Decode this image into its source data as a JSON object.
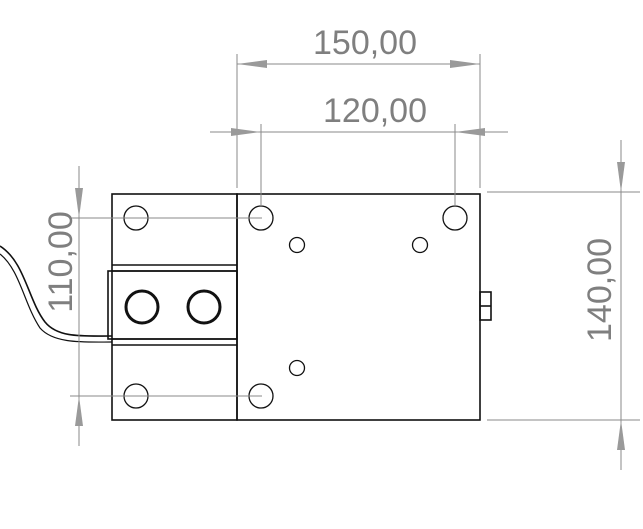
{
  "drawing": {
    "dimensions": {
      "top_outer": "150,00",
      "top_inner": "120,00",
      "left_vertical": "110,00",
      "right_vertical": "140,00"
    },
    "colors": {
      "dimension": "#8a8a8a",
      "part_outline": "#111111",
      "background": "#ffffff"
    }
  }
}
